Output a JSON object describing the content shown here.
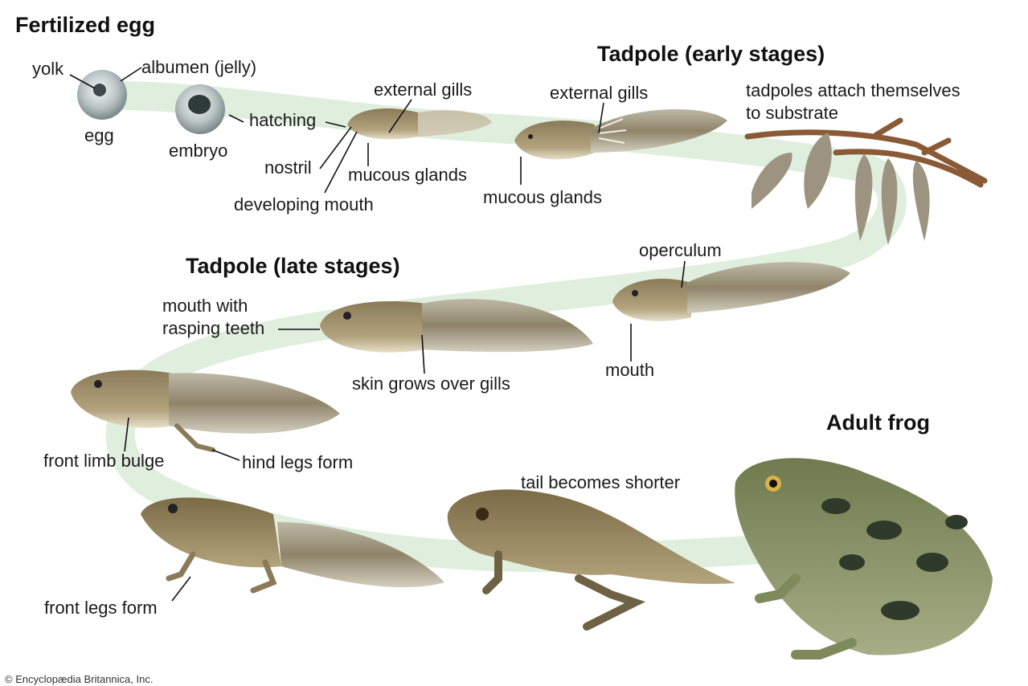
{
  "headings": {
    "fertilized_egg": "Fertilized egg",
    "tadpole_early": "Tadpole (early stages)",
    "tadpole_late": "Tadpole (late stages)",
    "adult_frog": "Adult frog"
  },
  "labels": {
    "yolk": "yolk",
    "albumen": "albumen (jelly)",
    "egg": "egg",
    "embryo": "embryo",
    "hatching": "hatching",
    "external_gills_1": "external gills",
    "nostril": "nostril",
    "mucous_glands_1": "mucous glands",
    "developing_mouth": "developing mouth",
    "external_gills_2": "external gills",
    "mucous_glands_2": "mucous glands",
    "attach_line1": "tadpoles attach themselves",
    "attach_line2": "to substrate",
    "operculum": "operculum",
    "mouth": "mouth",
    "mouth_teeth_line1": "mouth with",
    "mouth_teeth_line2": "rasping teeth",
    "skin_grows": "skin grows over gills",
    "front_limb_bulge": "front limb bulge",
    "hind_legs": "hind legs form",
    "front_legs": "front legs form",
    "tail_shorter": "tail becomes shorter"
  },
  "footer": {
    "copyright": "© Encyclopædia Britannica, Inc."
  },
  "colors": {
    "path": "#dfeedd",
    "tadpole_body": "#9c8c6a",
    "tail": "#c9c4b3",
    "frog_green": "#7e8a5c",
    "frog_spot": "#2f3a2a",
    "leader": "#111111"
  }
}
